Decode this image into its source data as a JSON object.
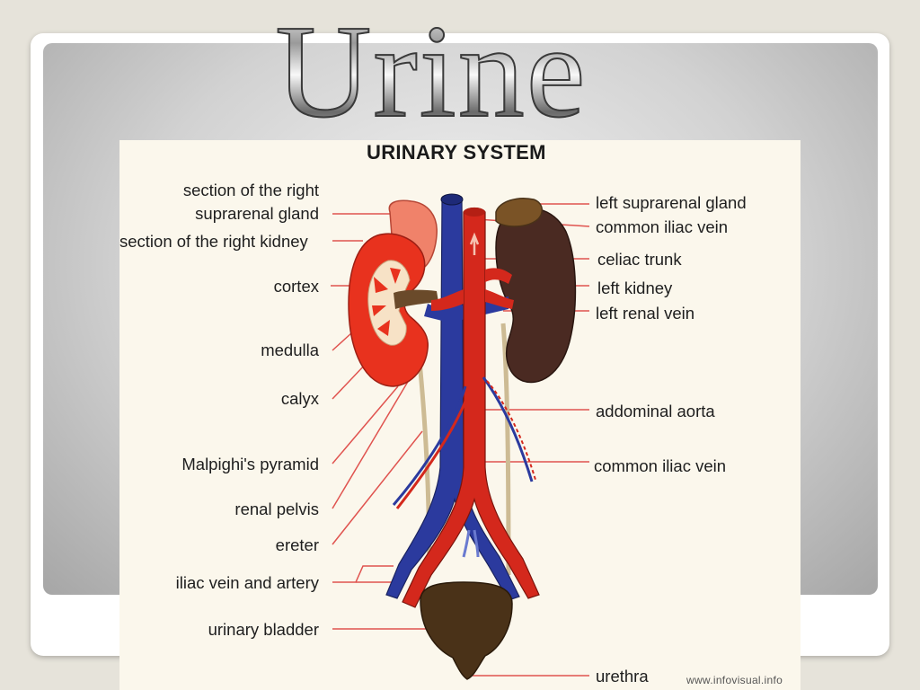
{
  "slide": {
    "title": "Urine"
  },
  "diagram": {
    "heading": "URINARY SYSTEM",
    "left_labels": [
      "section of the right",
      "suprarenal gland",
      "section of the right kidney",
      "cortex",
      "medulla",
      "calyx",
      "Malpighi's pyramid",
      "renal pelvis",
      "ereter",
      "iliac vein and artery",
      "urinary bladder"
    ],
    "right_labels": [
      "left suprarenal gland",
      "common iliac vein",
      "celiac trunk",
      "left kidney",
      "left renal vein",
      "addominal aorta",
      "common iliac vein",
      "urethra"
    ],
    "credit": "www.infovisual.info"
  },
  "colors": {
    "page_background": "#e6e3da",
    "diagram_background": "#fbf7ec",
    "kidney_cortex": "#e8321e",
    "left_kidney": "#4a2a22",
    "vein_blue": "#2b3a9e",
    "artery_red": "#d4281c",
    "bladder": "#4a3218",
    "ureter": "#cdbb94",
    "leader_line": "#e0534f"
  }
}
